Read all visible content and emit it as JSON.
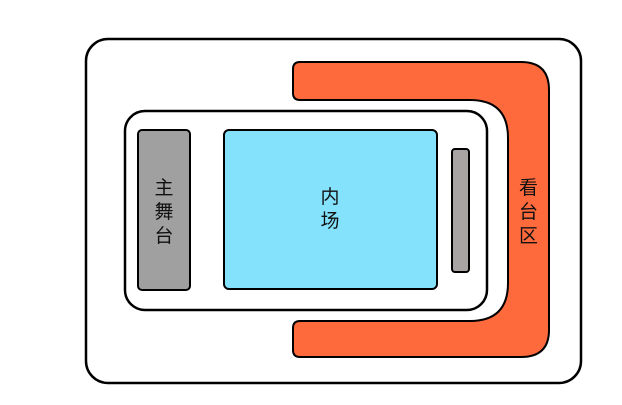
{
  "diagram": {
    "type": "venue-seating-map",
    "colors": {
      "background": "#ffffff",
      "outline": "#000000",
      "stage": "#a0a0a0",
      "floor": "#84e2fd",
      "stand": "#ff6a3d",
      "side_bar": "#a8a4a4"
    },
    "regions": {
      "stage": {
        "label_chars": [
          "主",
          "舞",
          "台"
        ],
        "label": "主舞台"
      },
      "floor": {
        "label_lines": [
          "内",
          "场"
        ],
        "label": "内场"
      },
      "stand": {
        "label_chars": [
          "看",
          "台",
          "区"
        ],
        "label": "看台区"
      }
    }
  }
}
